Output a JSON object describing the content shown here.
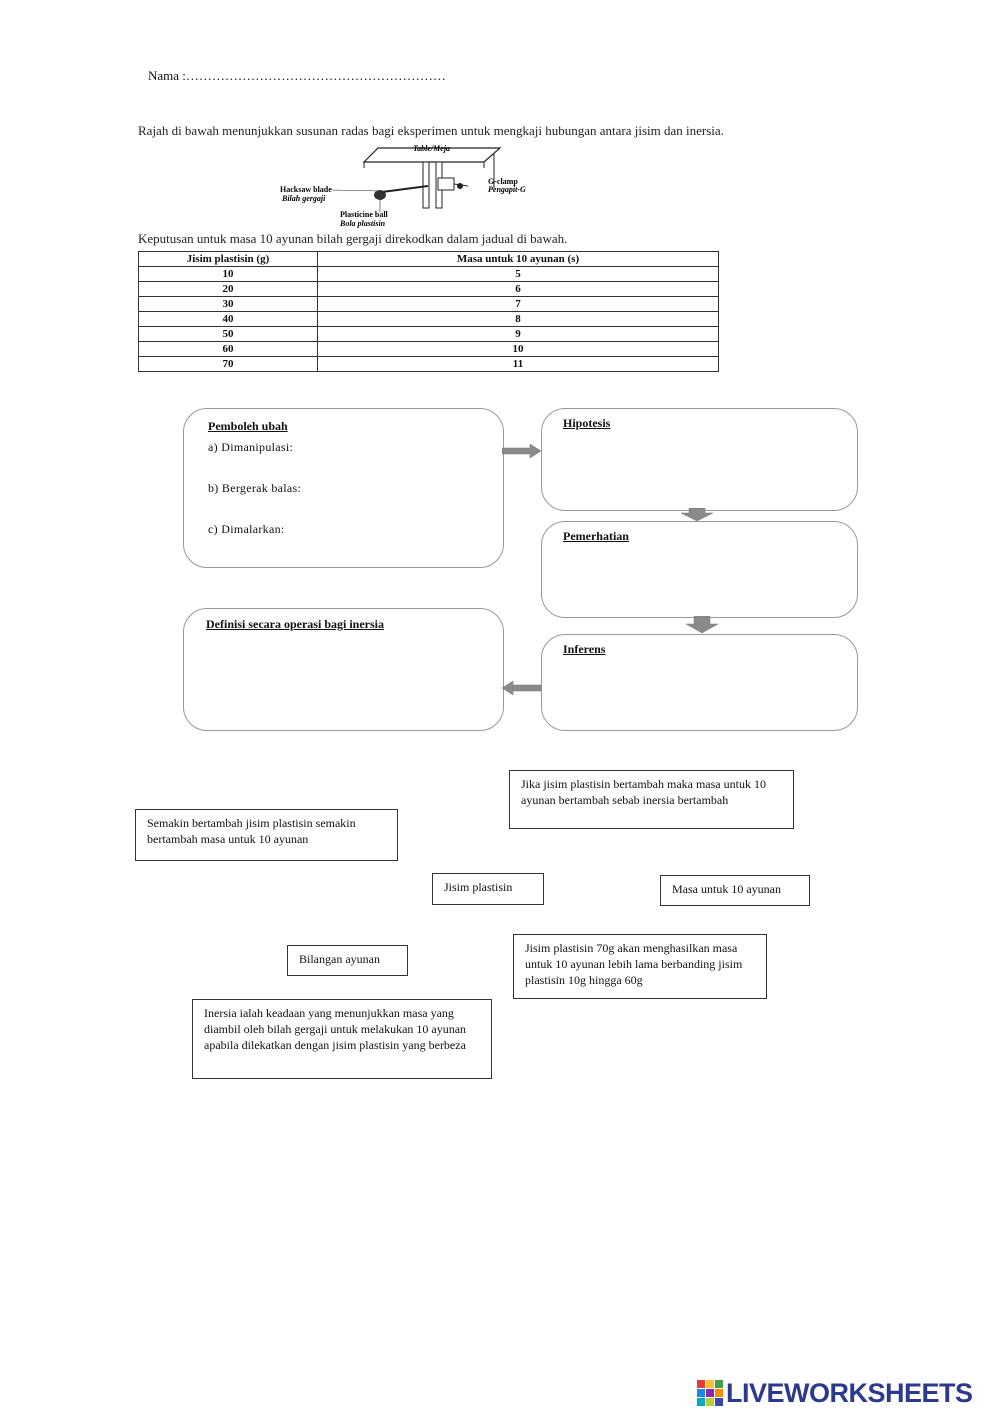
{
  "header": {
    "name_label": "Nama :……………………………………………………"
  },
  "intro": {
    "text": "Rajah di bawah menunjukkan susunan radas bagi eksperimen untuk mengkaji hubungan antara jisim dan inersia."
  },
  "diagram": {
    "table_label": "Table/Meja",
    "gclamp_label": "G-clamp",
    "gclamp_label_ms": "Pengapit-G",
    "blade_label": "Hacksaw blade",
    "blade_label_ms": "Bilah gergaji",
    "ball_label": "Plasticine ball",
    "ball_label_ms": "Bola plastisin"
  },
  "result_text": "Keputusan untuk masa 10 ayunan bilah gergaji direkodkan dalam jadual di bawah.",
  "table": {
    "headers": [
      "Jisim plastisin (g)",
      "Masa untuk 10 ayunan (s)"
    ],
    "rows": [
      [
        "10",
        "5"
      ],
      [
        "20",
        "6"
      ],
      [
        "30",
        "7"
      ],
      [
        "40",
        "8"
      ],
      [
        "50",
        "9"
      ],
      [
        "60",
        "10"
      ],
      [
        "70",
        "11"
      ]
    ]
  },
  "boxes": {
    "variables": {
      "title": "Pemboleh ubah",
      "manipulated": "a) Dimanipulasi:",
      "responding": "b) Bergerak balas:",
      "controlled": "c) Dimalarkan:"
    },
    "hypothesis": {
      "title": "Hipotesis"
    },
    "observation": {
      "title": "Pemerhatian"
    },
    "inference": {
      "title": "Inferens"
    },
    "definition": {
      "title": "Definisi secara operasi bagi inersia"
    }
  },
  "answers": [
    "Jika jisim plastisin bertambah maka masa untuk 10 ayunan bertambah sebab inersia bertambah",
    "Semakin bertambah jisim plastisin semakin bertambah masa untuk 10 ayunan",
    "Jisim plastisin",
    "Masa untuk 10 ayunan",
    "Bilangan ayunan",
    "Jisim plastisin 70g akan menghasilkan masa untuk 10 ayunan lebih lama berbanding jisim plastisin 10g hingga 60g",
    "Inersia ialah keadaan yang menunjukkan masa yang diambil oleh bilah gergaji untuk melakukan 10 ayunan apabila dilekatkan dengan jisim plastisin yang berbeza"
  ],
  "footer": {
    "logo_text": "LIVEWORKSHEETS",
    "logo_colors": [
      "#e53935",
      "#fbc02d",
      "#43a047",
      "#1e88e5",
      "#8e24aa",
      "#fb8c00",
      "#00acc1",
      "#c0ca33",
      "#3949ab"
    ]
  }
}
